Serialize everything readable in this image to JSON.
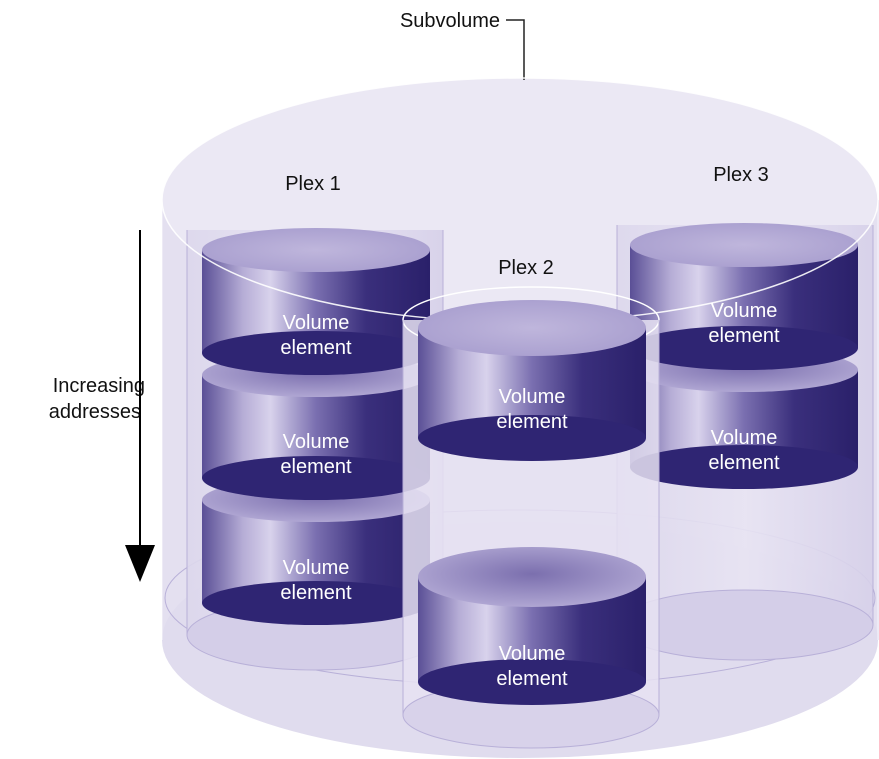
{
  "labels": {
    "subvolume": "Subvolume",
    "plex1": "Plex 1",
    "plex2": "Plex 2",
    "plex3": "Plex 3",
    "increasing_line1": "Increasing",
    "increasing_line2": "addresses"
  },
  "volume_element": {
    "line1": "Volume",
    "line2": "element"
  },
  "colors": {
    "subvolume_fill": "#e7e3f1",
    "container_fill": "#d9d4ea",
    "container_stroke": "#ffffff",
    "disk_top": "#b2a8d3",
    "disk_dark": "#2e2470",
    "disk_mid": "#6b61a3",
    "disk_highlight": "#d8d2ec",
    "arrow": "#000000"
  }
}
